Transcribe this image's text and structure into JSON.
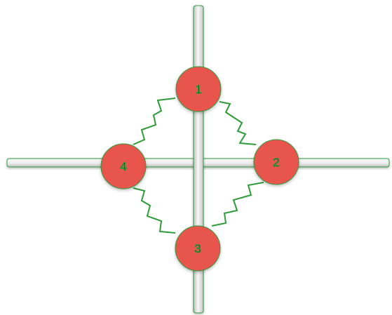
{
  "colors": {
    "node_fill": "#e8554e",
    "spring": "#2e9b3a",
    "rod_light": "#f7f7f7",
    "rod_dark": "#c9c9c9"
  },
  "nodes": [
    {
      "label": "1"
    },
    {
      "label": "2"
    },
    {
      "label": "3"
    },
    {
      "label": "4"
    }
  ],
  "springs": [
    {
      "from": "1",
      "to": "2"
    },
    {
      "from": "2",
      "to": "3"
    },
    {
      "from": "3",
      "to": "4"
    },
    {
      "from": "4",
      "to": "1"
    }
  ]
}
